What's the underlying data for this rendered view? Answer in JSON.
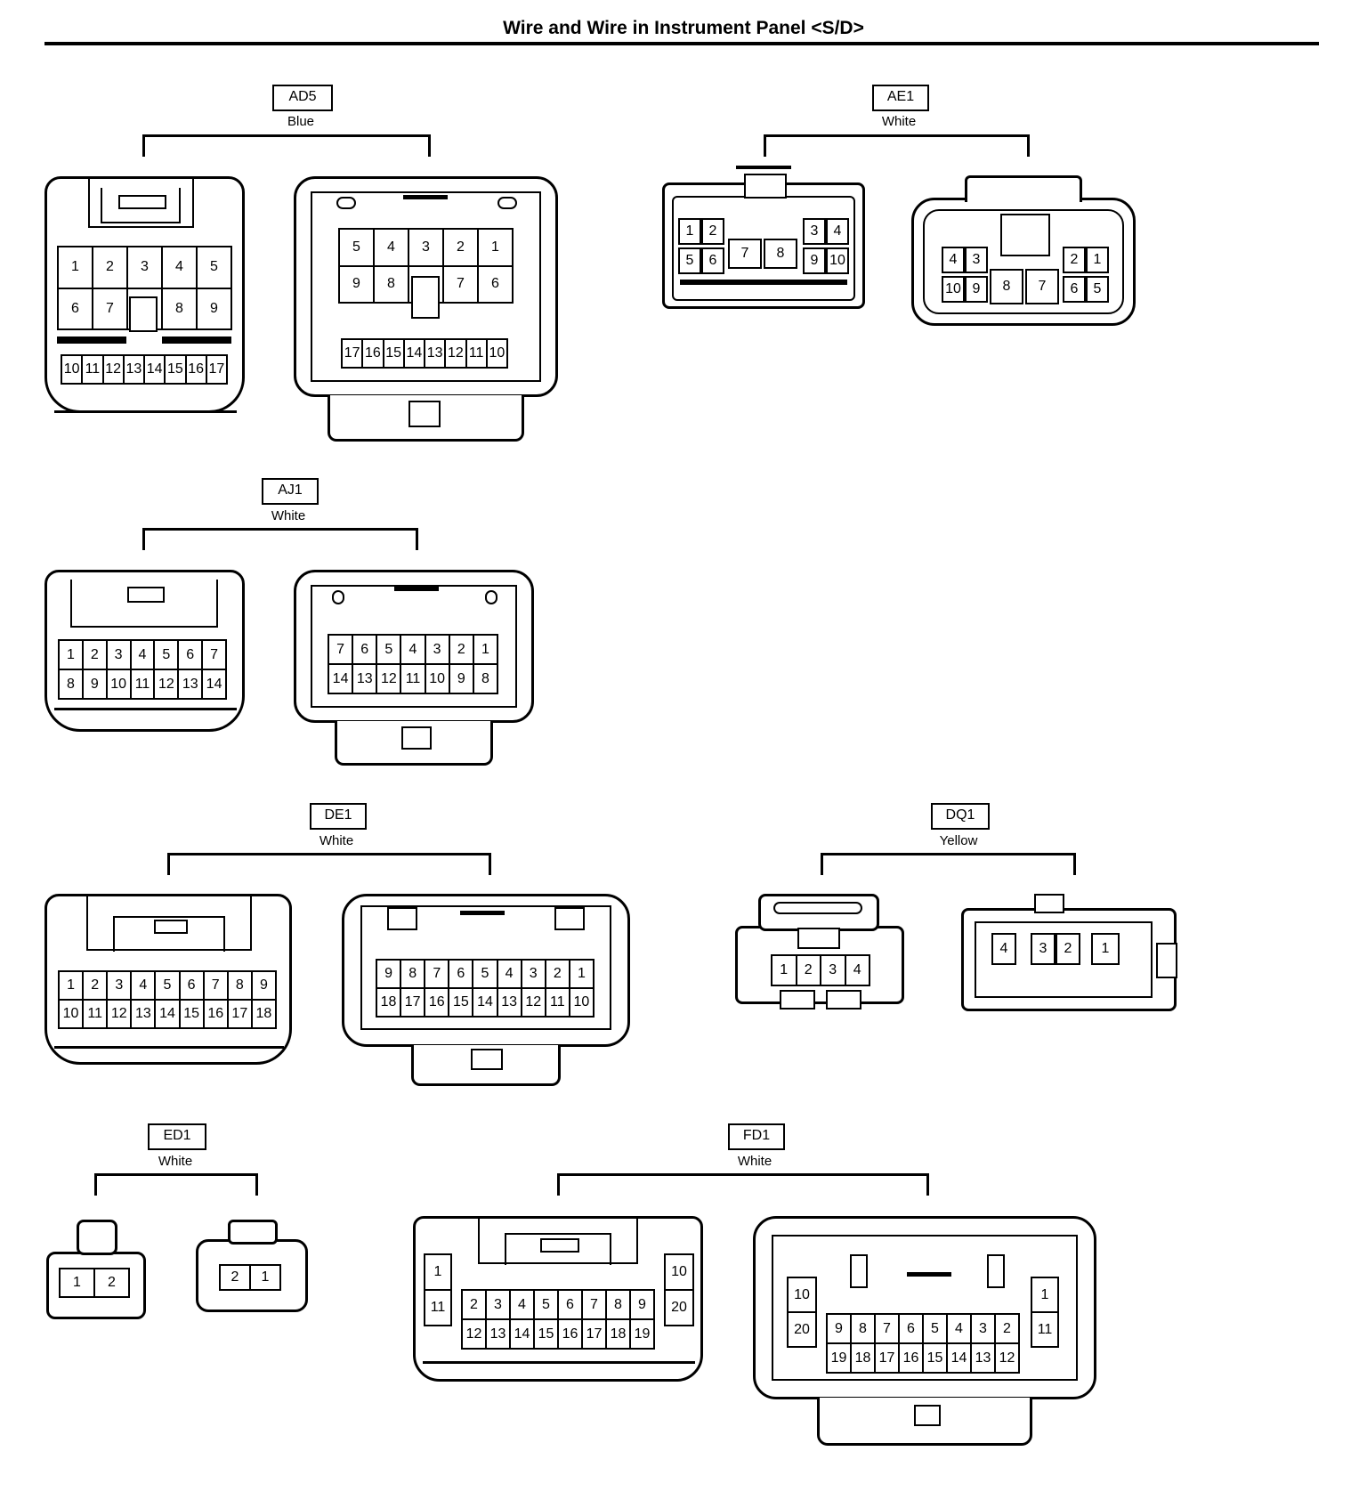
{
  "title": "Wire and Wire in Instrument Panel <S/D>",
  "connectors": [
    {
      "code": "AD5",
      "color": "Blue",
      "female": {
        "rows": [
          [
            "1",
            "2",
            "3",
            "4",
            "5"
          ],
          [
            "6",
            "7",
            "",
            "8",
            "9"
          ],
          [
            "10",
            "11",
            "12",
            "13",
            "14",
            "15",
            "16",
            "17"
          ]
        ]
      },
      "male": {
        "rows": [
          [
            "5",
            "4",
            "3",
            "2",
            "1"
          ],
          [
            "9",
            "8",
            "",
            "7",
            "6"
          ],
          [
            "17",
            "16",
            "15",
            "14",
            "13",
            "12",
            "11",
            "10"
          ]
        ]
      }
    },
    {
      "code": "AE1",
      "color": "White",
      "female": {
        "pins": [
          "1",
          "2",
          "5",
          "6",
          "7",
          "8",
          "3",
          "4",
          "9",
          "10"
        ]
      },
      "male": {
        "pins": [
          "4",
          "3",
          "10",
          "9",
          "8",
          "7",
          "2",
          "1",
          "6",
          "5"
        ]
      }
    },
    {
      "code": "AJ1",
      "color": "White",
      "female": {
        "rows": [
          [
            "1",
            "2",
            "3",
            "4",
            "5",
            "6",
            "7"
          ],
          [
            "8",
            "9",
            "10",
            "11",
            "12",
            "13",
            "14"
          ]
        ]
      },
      "male": {
        "rows": [
          [
            "7",
            "6",
            "5",
            "4",
            "3",
            "2",
            "1"
          ],
          [
            "14",
            "13",
            "12",
            "11",
            "10",
            "9",
            "8"
          ]
        ]
      }
    },
    {
      "code": "DE1",
      "color": "White",
      "female": {
        "rows": [
          [
            "1",
            "2",
            "3",
            "4",
            "5",
            "6",
            "7",
            "8",
            "9"
          ],
          [
            "10",
            "11",
            "12",
            "13",
            "14",
            "15",
            "16",
            "17",
            "18"
          ]
        ]
      },
      "male": {
        "rows": [
          [
            "9",
            "8",
            "7",
            "6",
            "5",
            "4",
            "3",
            "2",
            "1"
          ],
          [
            "18",
            "17",
            "16",
            "15",
            "14",
            "13",
            "12",
            "11",
            "10"
          ]
        ]
      }
    },
    {
      "code": "DQ1",
      "color": "Yellow",
      "female": {
        "rows": [
          [
            "1",
            "2",
            "3",
            "4"
          ]
        ]
      },
      "male": {
        "pins": [
          "4",
          "3",
          "2",
          "1"
        ]
      }
    },
    {
      "code": "ED1",
      "color": "White",
      "female": {
        "rows": [
          [
            "1",
            "2"
          ]
        ]
      },
      "male": {
        "rows": [
          [
            "2",
            "1"
          ]
        ]
      }
    },
    {
      "code": "FD1",
      "color": "White",
      "female": {
        "left": [
          "1",
          "11"
        ],
        "right": [
          "10",
          "20"
        ],
        "rows": [
          [
            "2",
            "3",
            "4",
            "5",
            "6",
            "7",
            "8",
            "9"
          ],
          [
            "12",
            "13",
            "14",
            "15",
            "16",
            "17",
            "18",
            "19"
          ]
        ]
      },
      "male": {
        "left": [
          "10",
          "20"
        ],
        "right": [
          "1",
          "11"
        ],
        "rows": [
          [
            "9",
            "8",
            "7",
            "6",
            "5",
            "4",
            "3",
            "2"
          ],
          [
            "19",
            "18",
            "17",
            "16",
            "15",
            "14",
            "13",
            "12"
          ]
        ]
      }
    }
  ]
}
